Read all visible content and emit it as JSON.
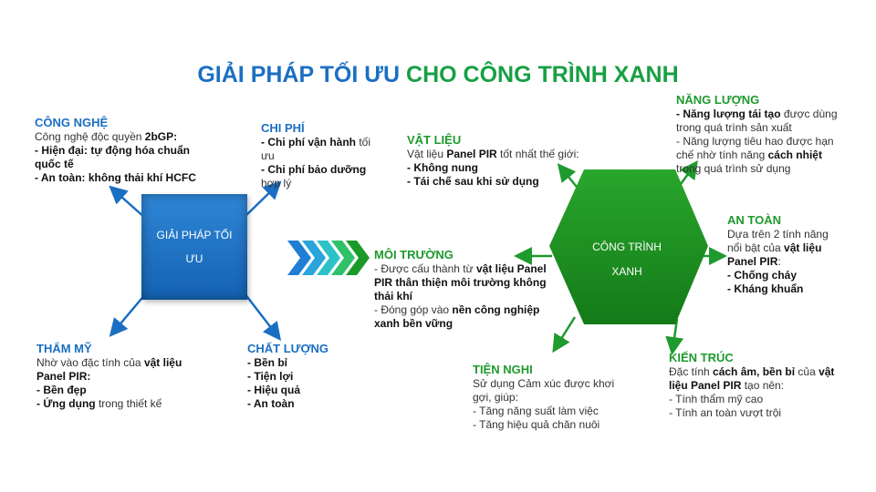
{
  "title": {
    "part1": "GIẢI PHÁP TỐI ƯU",
    "part2": "CHO CÔNG TRÌNH XANH"
  },
  "left": {
    "center": "GIẢI PHÁP TỐI ƯU",
    "cong_nghe": {
      "heading": "CÔNG NGHỆ",
      "l1a": "Công nghệ độc quyền ",
      "l1b": "2bGP:",
      "l2": "- Hiện đại: tự động hóa chuẩn quốc tế",
      "l3": "- An toàn: không thải khí HCFC"
    },
    "chi_phi": {
      "heading": "CHI PHÍ",
      "l1a": "- Chi phí vận hành",
      "l1b": " tối ưu",
      "l2a": "- Chi phí bảo dưỡng",
      "l2b": " hợp lý"
    },
    "tham_my": {
      "heading": "THẨM MỸ",
      "l1a": "Nhờ vào đặc tính của ",
      "l1b": "vật liệu Panel PIR:",
      "l2": "- Bền đẹp",
      "l3a": "- Ứng dụng",
      "l3b": " trong thiết kế"
    },
    "chat_luong": {
      "heading": "CHẤT LƯỢNG",
      "items": [
        "- Bền bỉ",
        "- Tiện lợi",
        "- Hiệu quả",
        "- An toàn"
      ]
    }
  },
  "right": {
    "center": "CÔNG TRÌNH XANH",
    "vat_lieu": {
      "heading": "VẬT LIỆU",
      "l1a": "Vật liệu ",
      "l1b": "Panel PIR",
      "l1c": " tốt nhất thế giới:",
      "l2": "- Không nung",
      "l3": "- Tái chế sau khi sử dụng"
    },
    "nang_luong": {
      "heading": "NĂNG LƯỢNG",
      "l1a": "- Năng lượng tái tạo",
      "l1b": " được dùng trong quá trình sản xuất",
      "l2a": "- Năng lượng tiêu hao được hạn chế nhờ tính năng ",
      "l2b": "cách nhiệt",
      "l2c": " trong quá trình sử dụng"
    },
    "moi_truong": {
      "heading": "MÔI TRƯỜNG",
      "l1a": "- Được cấu thành từ ",
      "l1b": "vật liệu Panel PIR thân thiện môi trường không thải khí",
      "l2a": "- Đóng góp vào ",
      "l2b": "nền công nghiệp xanh bền vững"
    },
    "an_toan": {
      "heading": "AN TOÀN",
      "l1a": "Dựa trên 2 tính năng nổi bật của ",
      "l1b": "vật liệu Panel PIR",
      "l1c": ":",
      "l2": "- Chống cháy",
      "l3": "- Kháng khuẩn"
    },
    "tien_nghi": {
      "heading": "TIỆN NGHI",
      "l1": "Sử dụng Cảm xúc được khơi gợi, giúp:",
      "l2": "- Tăng năng suất làm việc",
      "l3": "- Tăng hiệu quả chăn nuôi"
    },
    "kien_truc": {
      "heading": "KIẾN TRÚC",
      "l1a": "Đặc tính ",
      "l1b": "cách âm, bền bỉ",
      "l1c": " của ",
      "l1d": "vật liệu Panel PIR",
      "l1e": " tạo nên:",
      "l2": "- Tính thẩm mỹ cao",
      "l3": "- Tính an toàn vượt trội"
    }
  },
  "colors": {
    "blue": "#1b6fc2",
    "green": "#17a043",
    "hex": "#1f8f22"
  }
}
